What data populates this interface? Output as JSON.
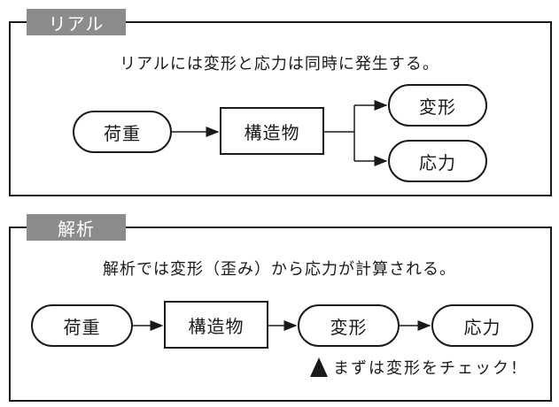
{
  "real": {
    "tab": "リアル",
    "description": "リアルには変形と応力は同時に発生する。",
    "nodes": {
      "load": "荷重",
      "structure": "構造物",
      "deformation": "変形",
      "stress": "応力"
    }
  },
  "analysis": {
    "tab": "解析",
    "description": "解析では変形（歪み）から応力が計算される。",
    "nodes": {
      "load": "荷重",
      "structure": "構造物",
      "deformation": "変形",
      "stress": "応力"
    },
    "note": "まずは変形をチェック！"
  }
}
